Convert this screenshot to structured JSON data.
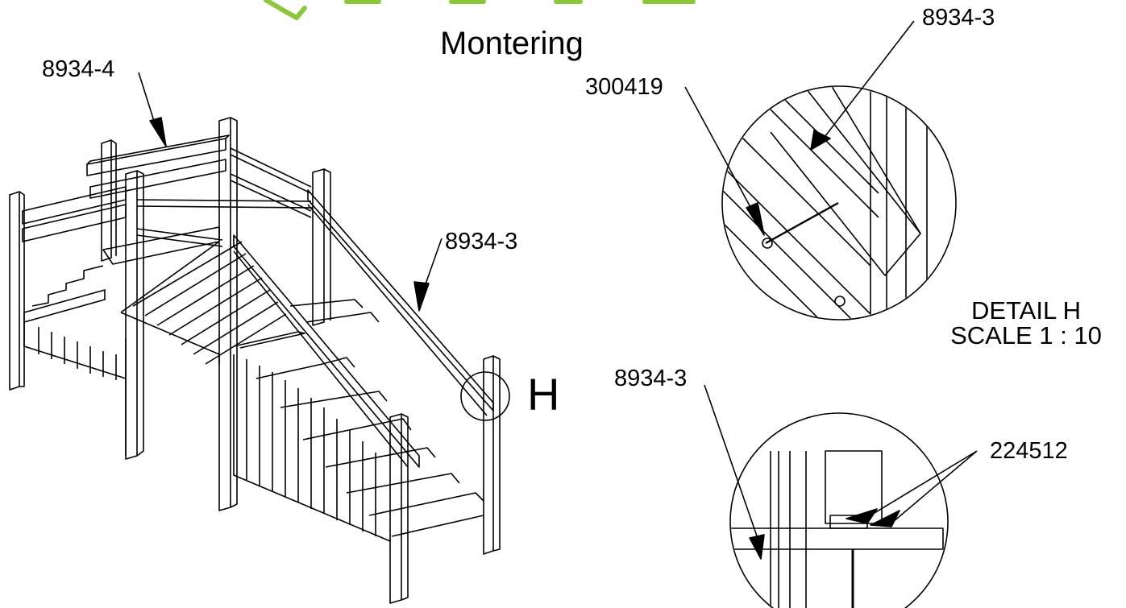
{
  "title": "Montering",
  "callouts": {
    "handrail_top": "8934-4",
    "handrail_side": "8934-3",
    "detail_h_rail": "8934-3",
    "screw": "300419",
    "lower_rail": "8934-3",
    "bracket": "224512"
  },
  "detail_marker": "H",
  "detail_caption": {
    "line1": "DETAIL H",
    "line2": "SCALE 1 : 10"
  },
  "colors": {
    "ink": "#000000",
    "paper": "#ffffff",
    "logo_green": "#8cc63f"
  }
}
